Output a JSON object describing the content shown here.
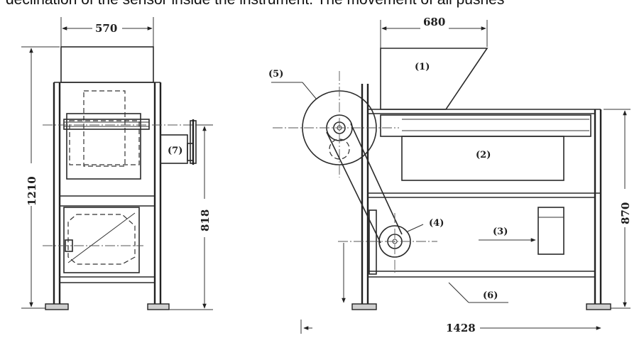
{
  "caption": {
    "text": "declination of the sensor inside the instrument. The movement of all pushes"
  },
  "dimensions": {
    "front_width": "570",
    "front_height": "1210",
    "front_shaft_height": "818",
    "side_top_width": "680",
    "side_height": "870",
    "side_length": "1428"
  },
  "labels": {
    "hopper": "(1)",
    "chamber": "(2)",
    "outlet": "(3)",
    "motor_pulley": "(4)",
    "drive_pulley": "(5)",
    "frame": "(6)",
    "gearbox": "(7)"
  }
}
